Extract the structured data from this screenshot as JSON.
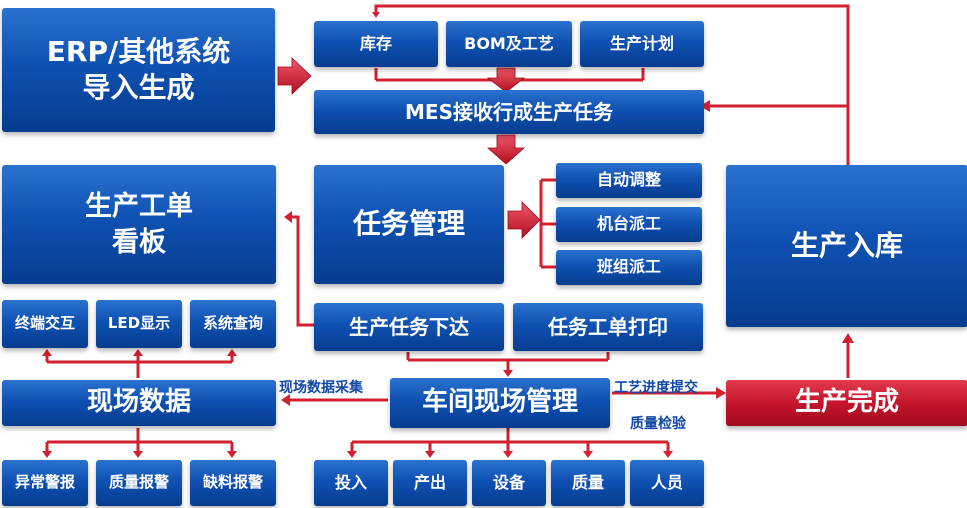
{
  "erp": "ERP/其他系统\n导入生成",
  "inventory": "库存",
  "bom": "BOM及工艺",
  "plan": "生产计划",
  "mes_receive": "MES接收行成生产任务",
  "workorder_board": "生产工单\n看板",
  "task_mgmt": "任务管理",
  "auto_adjust": "自动调整",
  "machine_dispatch": "机台派工",
  "team_dispatch": "班组派工",
  "warehousing": "生产入库",
  "terminal": "终端交互",
  "led": "LED显示",
  "sys_query": "系统查询",
  "task_issue": "生产任务下达",
  "task_print": "任务工单打印",
  "field_data": "现场数据",
  "field_collect": "现场数据采集",
  "shop_mgmt": "车间现场管理",
  "progress_submit": "工艺进度提交",
  "quality_check": "质量检验",
  "prod_done": "生产完成",
  "alarm_abnormal": "异常警报",
  "alarm_quality": "质量报警",
  "alarm_material": "缺料报警",
  "input": "投入",
  "output": "产出",
  "equipment": "设备",
  "quality": "质量",
  "personnel": "人员",
  "colors": {
    "box_blue": "#0f51b2",
    "box_red": "#c4152c",
    "connector": "#d2202f",
    "label": "#1148a8"
  }
}
